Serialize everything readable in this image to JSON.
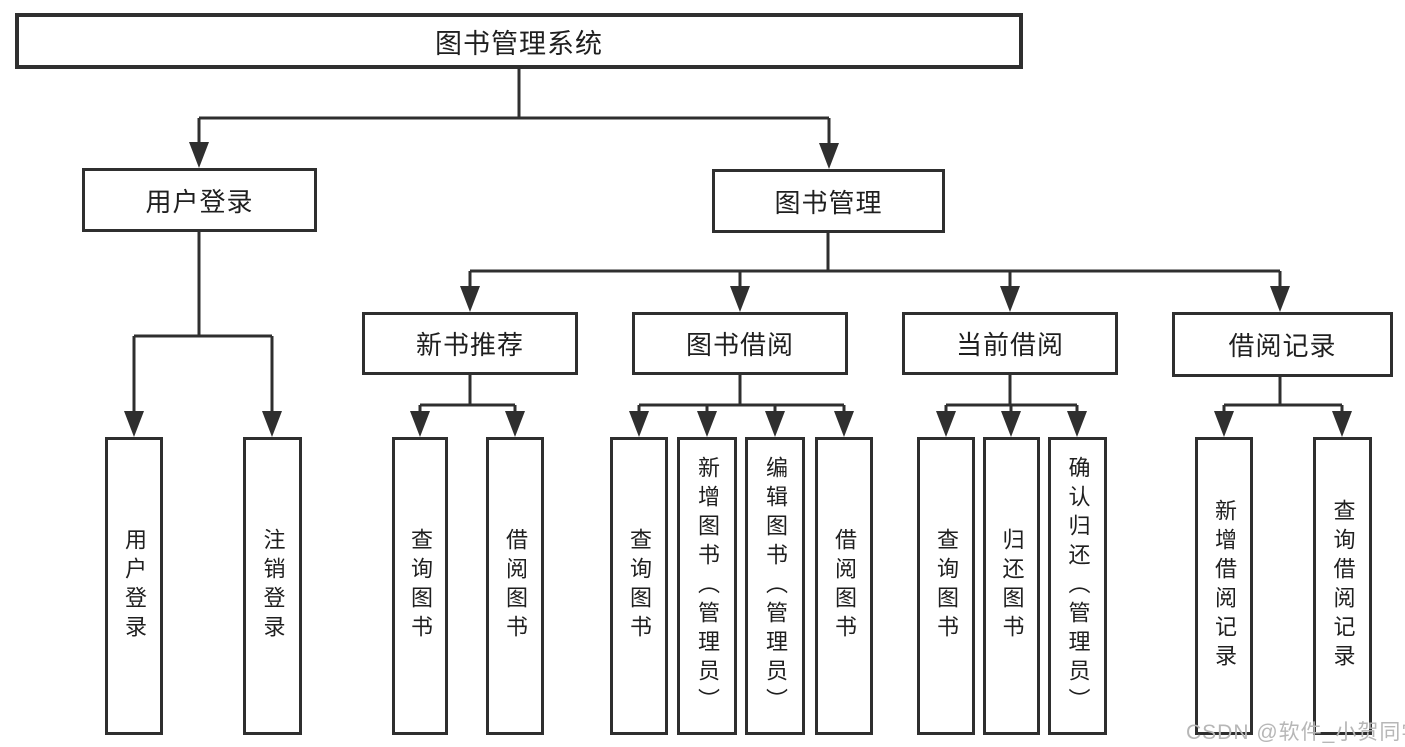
{
  "tree": {
    "label": "图书管理系统",
    "children": [
      {
        "label": "用户登录",
        "children": [
          {
            "label": "用户登录"
          },
          {
            "label": "注销登录"
          }
        ]
      },
      {
        "label": "图书管理",
        "children": [
          {
            "label": "新书推荐",
            "children": [
              {
                "label": "查询图书"
              },
              {
                "label": "借阅图书"
              }
            ]
          },
          {
            "label": "图书借阅",
            "children": [
              {
                "label": "查询图书"
              },
              {
                "label": "新增图书（管理员）"
              },
              {
                "label": "编辑图书（管理员）"
              },
              {
                "label": "借阅图书"
              }
            ]
          },
          {
            "label": "当前借阅",
            "children": [
              {
                "label": "查询图书"
              },
              {
                "label": "归还图书"
              },
              {
                "label": "确认归还（管理员）"
              }
            ]
          },
          {
            "label": "借阅记录",
            "children": [
              {
                "label": "新增借阅记录"
              },
              {
                "label": "查询借阅记录"
              }
            ]
          }
        ]
      }
    ]
  },
  "watermark": {
    "text": "CSDN @软件_小贺同学"
  },
  "colors": {
    "line": "#2f2f2f",
    "box_border": "#2f2f2f",
    "text": "#1f1f1f",
    "background": "#ffffff",
    "watermark": "#b7b7b7"
  }
}
